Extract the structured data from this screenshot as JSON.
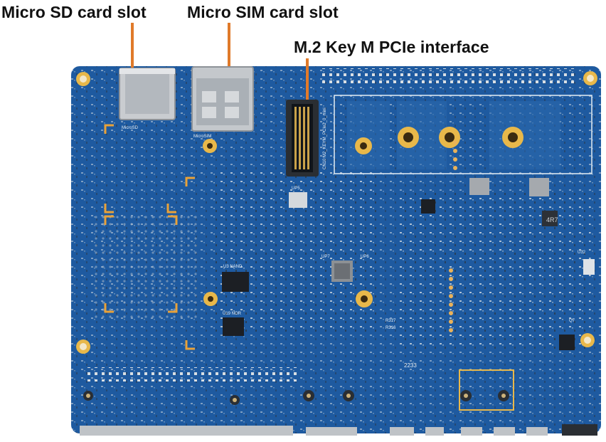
{
  "labels": {
    "micro_sd": "Micro SD card slot",
    "micro_sim": "Micro SIM card slot",
    "m2_pcie": "M.2 Key M PCIe interface"
  },
  "silkscreen": {
    "microsd": "MicroSD",
    "microsim": "MicroSIM",
    "nand": "U3 NAND",
    "nor": "U19 NOR",
    "up5": "UP5",
    "up7": "UP7",
    "up6": "UP6",
    "r317": "R317",
    "r316": "R316",
    "code": "2233",
    "u12": "U12",
    "q7": "Q7",
    "inductor": "4R7",
    "m2_text": "CN10  M2_KEYM_PCIe2_0_mini"
  },
  "colors": {
    "pcb": "#1e5aa0",
    "pcb_dark": "#184a86",
    "orange_callout": "#e07a2a",
    "gold": "#e8b84a"
  }
}
